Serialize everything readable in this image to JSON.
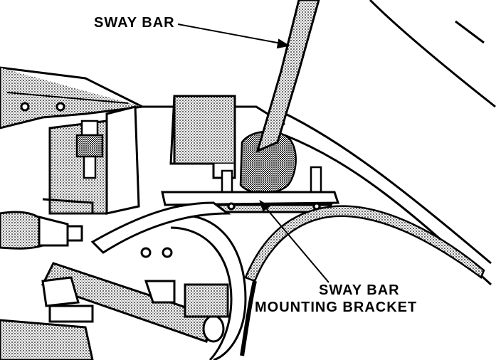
{
  "labels": {
    "sway_bar": "SWAY BAR",
    "bracket_line1": "SWAY BAR",
    "bracket_line2": "MOUNTING BRACKET"
  },
  "colors": {
    "ink": "#000000",
    "paper": "#ffffff"
  }
}
